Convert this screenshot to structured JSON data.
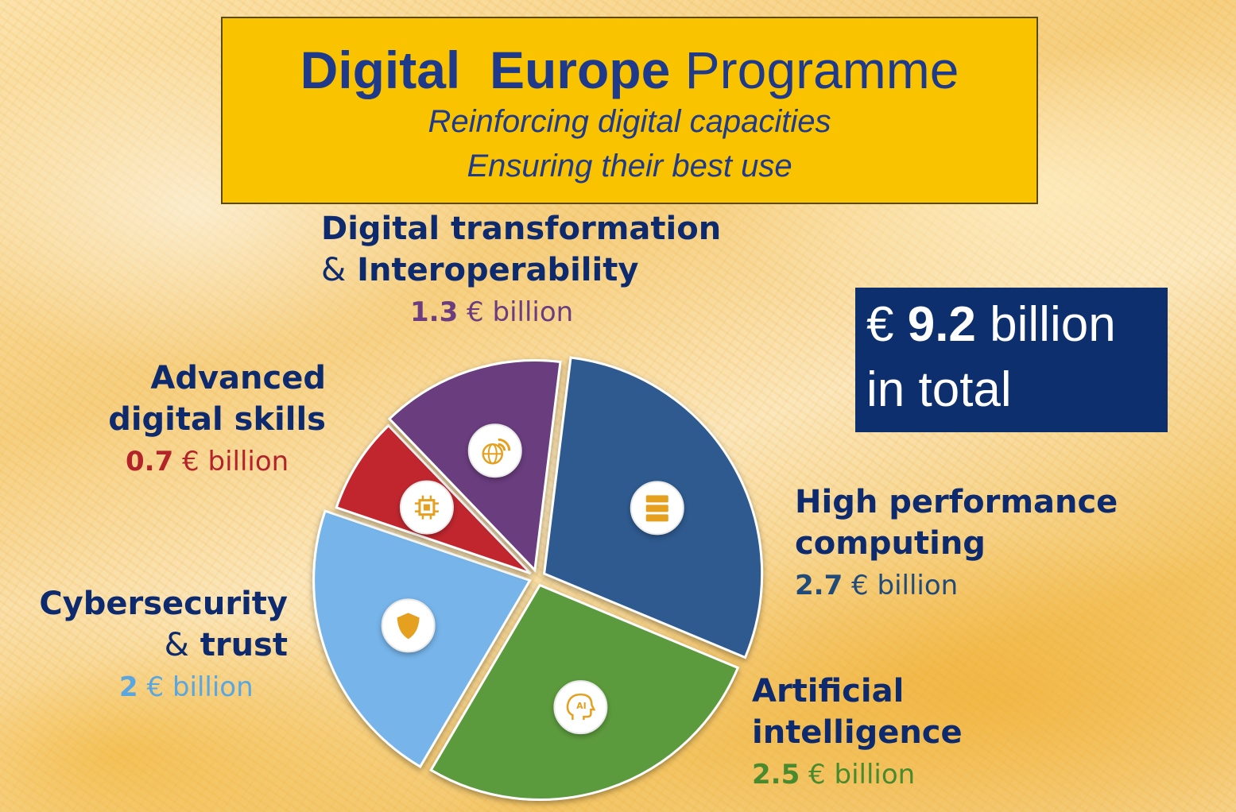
{
  "title": {
    "word1": "Digital",
    "word2": "Europe",
    "word3": "Programme",
    "subtitle1": "Reinforcing digital capacities",
    "subtitle2": "Ensuring their best use"
  },
  "total": {
    "symbol": "€",
    "amount": "9.2",
    "unit": "billion",
    "line2": "in total"
  },
  "chart_data": {
    "type": "pie",
    "unit": "€ billion",
    "total": 9.2,
    "slices": [
      {
        "key": "hpc",
        "name_line1": "High performance",
        "name_line2": "computing",
        "value": 2.7,
        "value_text": "2.7",
        "unit_text": "€ billion",
        "color": "#2e5a8f",
        "label_color": "#1f4a7a",
        "icon": "server-icon"
      },
      {
        "key": "ai",
        "name_line1": "Artificial",
        "name_line2": "intelligence",
        "value": 2.5,
        "value_text": "2.5",
        "unit_text": "€ billion",
        "color": "#5b9b3c",
        "label_color": "#4a8a2e",
        "icon": "ai-head-icon"
      },
      {
        "key": "cyber",
        "name_line1": "Cybersecurity",
        "name_amp": "&",
        "name_line2": "trust",
        "value": 2,
        "value_text": "2",
        "unit_text": "€ billion",
        "color": "#76b4ea",
        "label_color": "#5aa6e0",
        "icon": "shield-icon"
      },
      {
        "key": "skills",
        "name_line1": "Advanced",
        "name_line2": "digital skills",
        "value": 0.7,
        "value_text": "0.7",
        "unit_text": "€ billion",
        "color": "#c1272d",
        "label_color": "#b3242a",
        "icon": "chip-icon"
      },
      {
        "key": "dti",
        "name_line1": "Digital transformation",
        "name_amp": "&",
        "name_line2": "Interoperability",
        "value": 1.3,
        "value_text": "1.3",
        "unit_text": "€ billion",
        "color": "#6b3c7e",
        "label_color": "#6b3c7e",
        "icon": "globe-wifi-icon"
      }
    ]
  }
}
